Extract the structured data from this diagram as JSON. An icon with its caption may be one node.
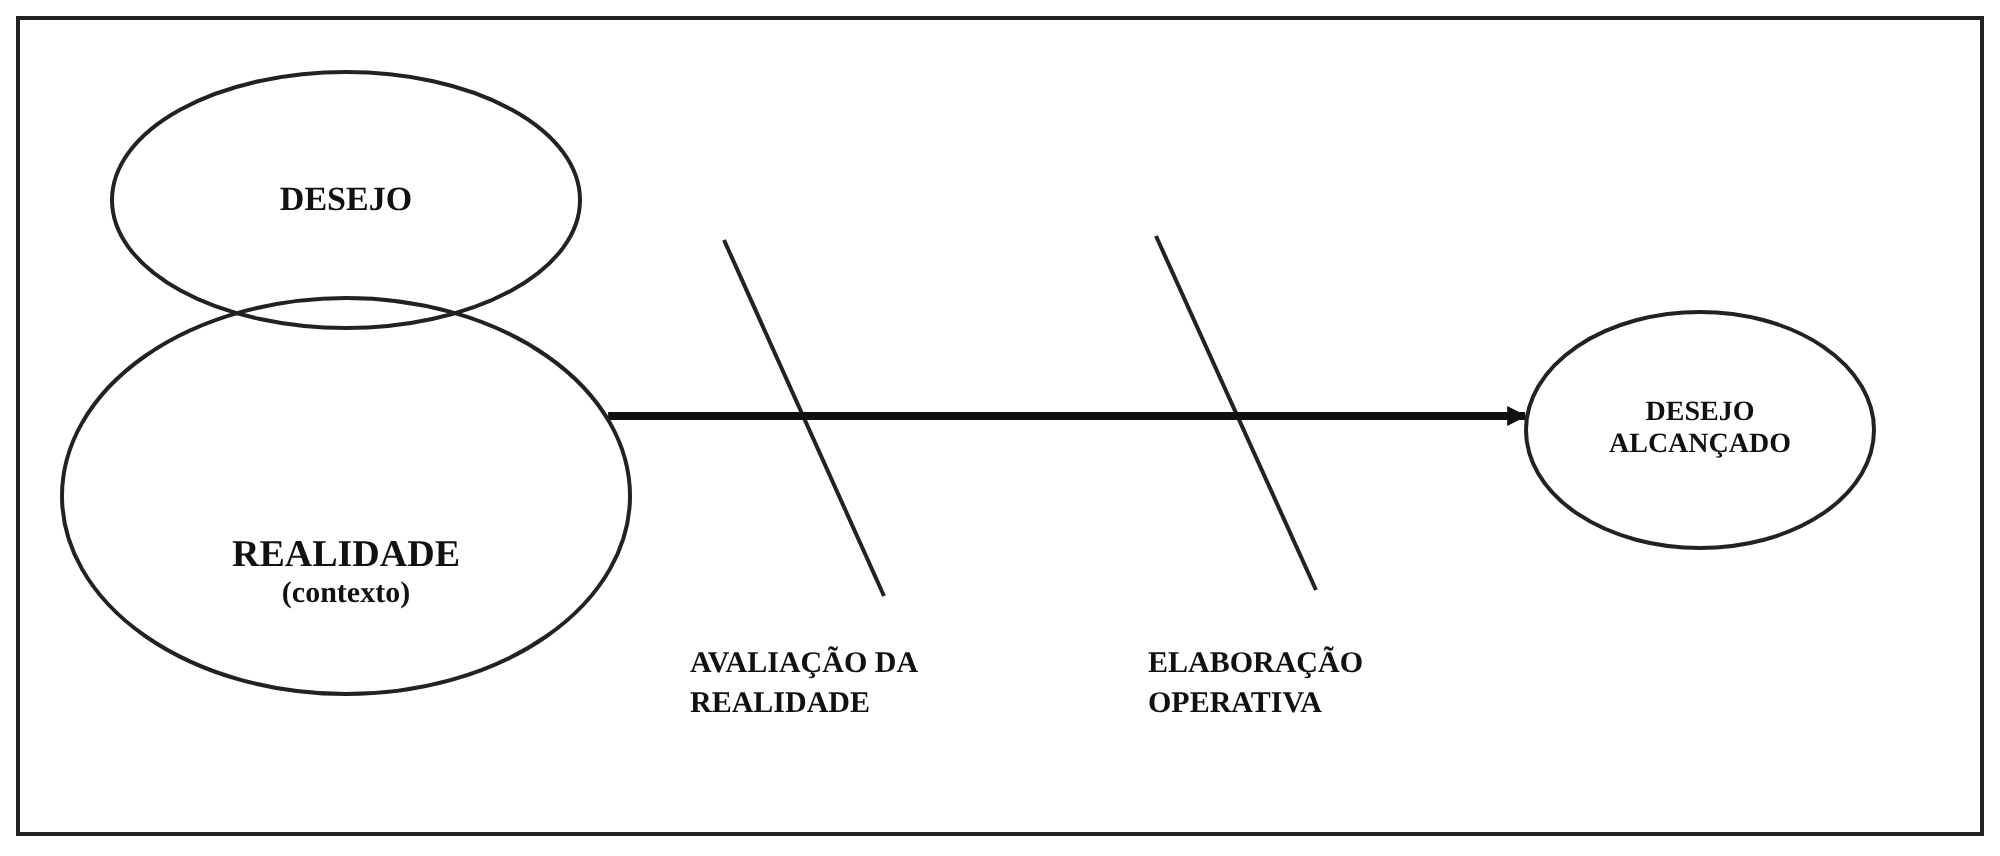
{
  "diagram": {
    "nodes": [
      {
        "text": [
          "DESEJO"
        ]
      },
      {
        "text": [
          "REALIDADE",
          "(contexto)"
        ]
      },
      {
        "text": [
          "DESEJO ALCANÇADO"
        ]
      }
    ],
    "edges": [
      {
        "from": 1,
        "to": 2,
        "arrow": "to"
      }
    ],
    "labels": [
      "AVALIAÇÃO DA REALIDADE",
      "ELABORAÇÃO OPERATIVA"
    ]
  }
}
